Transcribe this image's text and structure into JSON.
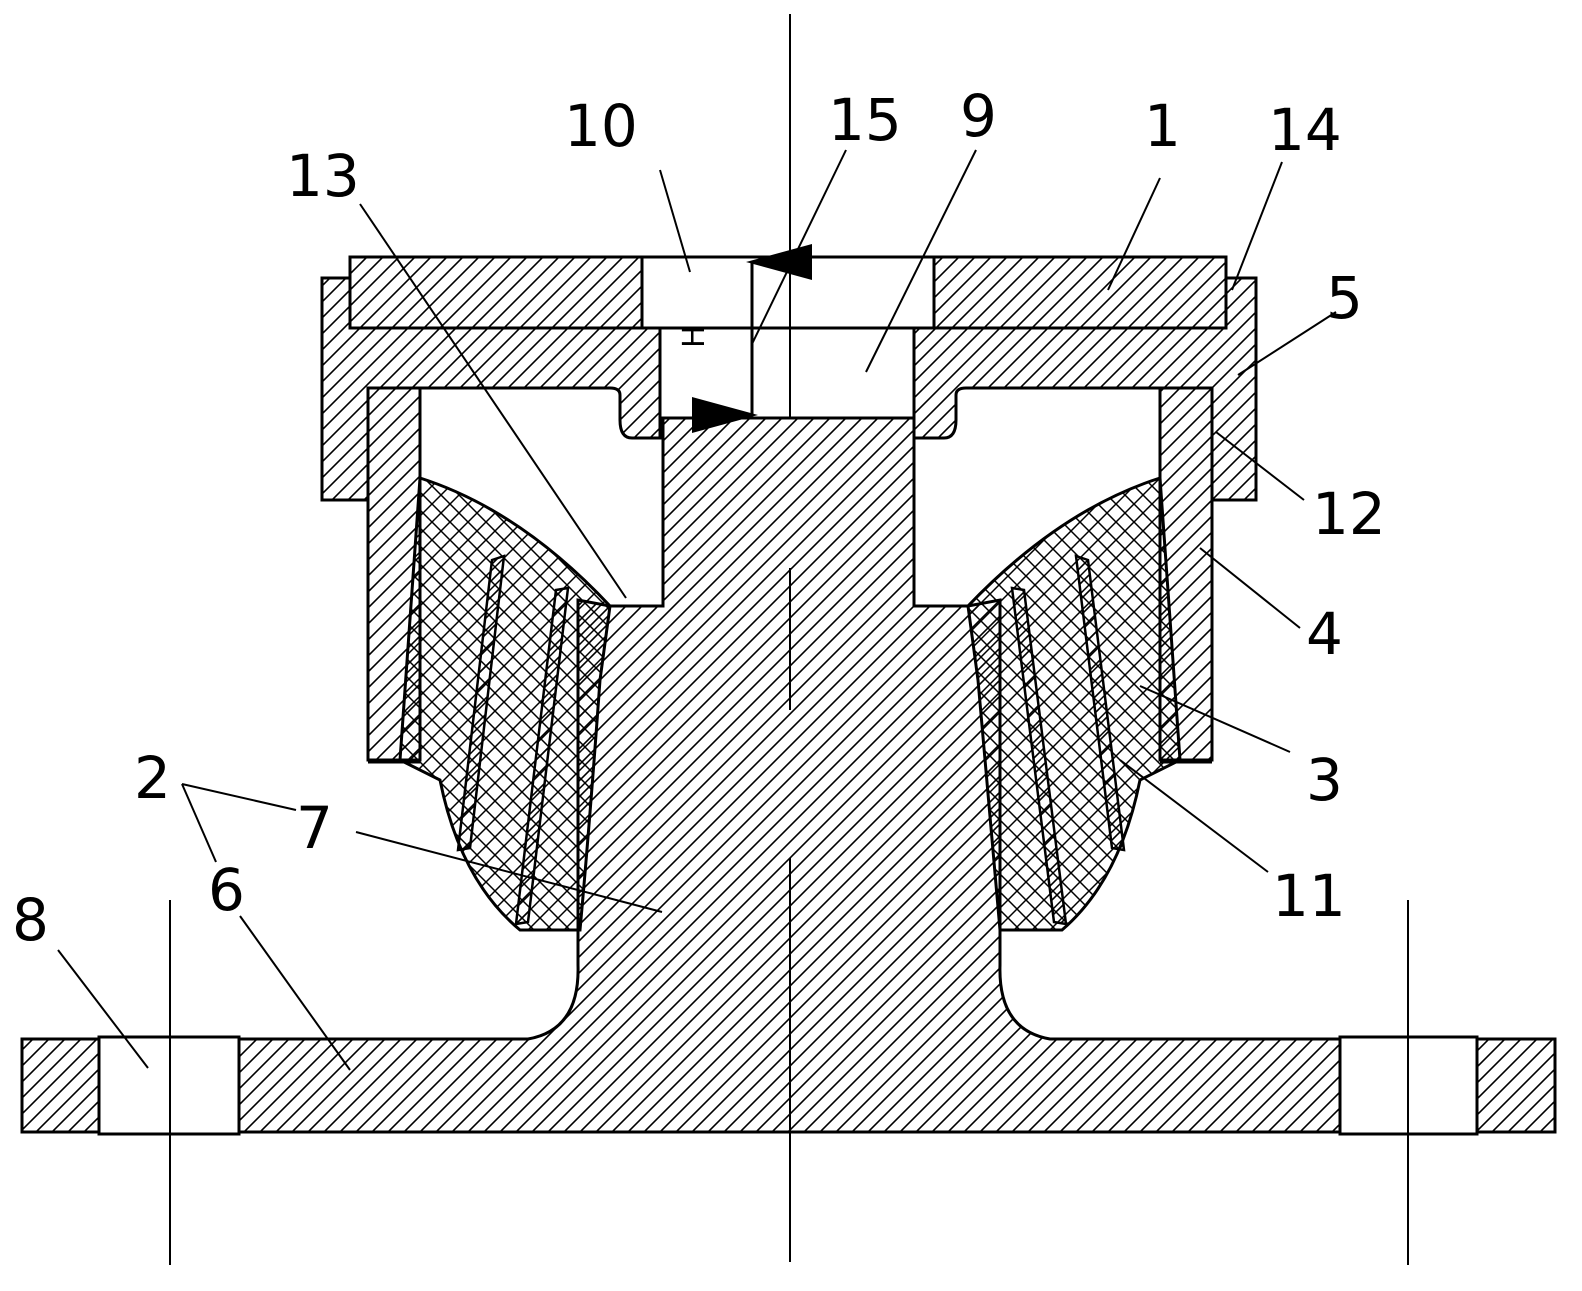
{
  "labels": {
    "l1": "1",
    "l2": "2",
    "l3": "3",
    "l4": "4",
    "l5": "5",
    "l6": "6",
    "l7": "7",
    "l8": "8",
    "l9": "9",
    "l10": "10",
    "l11": "11",
    "l12": "12",
    "l13": "13",
    "l14": "14",
    "l15": "15"
  },
  "dimension": {
    "h": "H"
  },
  "colors": {
    "line": "#000000",
    "background": "#ffffff"
  }
}
